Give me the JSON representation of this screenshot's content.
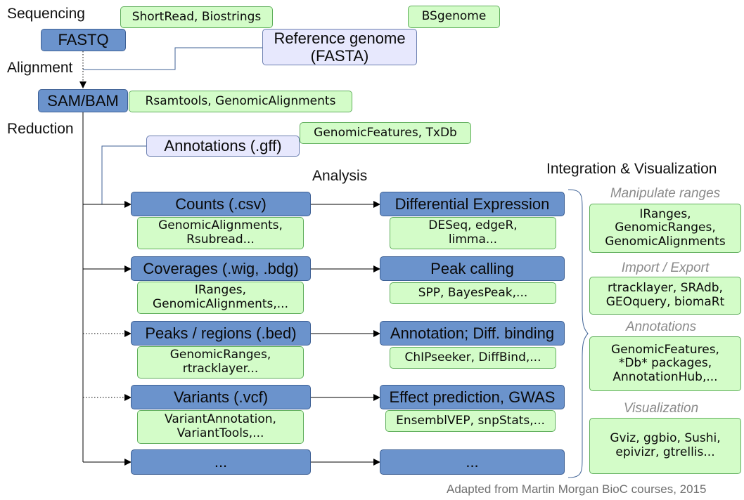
{
  "stages": {
    "sequencing": "Sequencing",
    "alignment": "Alignment",
    "reduction": "Reduction",
    "analysis": "Analysis",
    "integration": "Integration & Visualization"
  },
  "data_nodes": {
    "fastq": "FASTQ",
    "reference": "Reference genome\n(FASTA)",
    "sambam": "SAM/BAM",
    "annotations": "Annotations (.gff)"
  },
  "top_packages": {
    "shortread": "ShortRead, Biostrings",
    "bsgenome": "BSgenome",
    "rsamtools": "Rsamtools, GenomicAlignments",
    "genomicfeatures": "GenomicFeatures, TxDb"
  },
  "rows": [
    {
      "reduction": "Counts (.csv)",
      "reduction_pkgs": "GenomicAlignments,\nRsubread...",
      "analysis": "Differential Expression",
      "analysis_pkgs": "DESeq, edgeR,\nlimma..."
    },
    {
      "reduction": "Coverages (.wig, .bdg)",
      "reduction_pkgs": "IRanges,\nGenomicAlignments,...",
      "analysis": "Peak calling",
      "analysis_pkgs": "SPP, BayesPeak,..."
    },
    {
      "reduction": "Peaks / regions (.bed)",
      "reduction_pkgs": "GenomicRanges,\nrtracklayer...",
      "analysis": "Annotation; Diff. binding",
      "analysis_pkgs": "ChIPseeker, DiffBind,..."
    },
    {
      "reduction": "Variants (.vcf)",
      "reduction_pkgs": "VariantAnnotation,\nVariantTools,...",
      "analysis": "Effect prediction, GWAS",
      "analysis_pkgs": "EnsemblVEP, snpStats,..."
    },
    {
      "reduction": "...",
      "analysis": "..."
    }
  ],
  "integration": [
    {
      "category": "Manipulate ranges",
      "packages": "IRanges,\nGenomicRanges,\nGenomicAlignments"
    },
    {
      "category": "Import / Export",
      "packages": "rtracklayer, SRAdb,\nGEOquery, biomaRt"
    },
    {
      "category": "Annotations",
      "packages": "GenomicFeatures,\n*Db* packages,\nAnnotationHub,..."
    },
    {
      "category": "Visualization",
      "packages": "Gviz, ggbio, Sushi,\nepivizr, gtrellis..."
    }
  ],
  "credit": "Adapted from Martin Morgan BioC courses, 2015",
  "colors": {
    "data_box": "#6b93cc",
    "reference_box": "#e7e8fd",
    "package_box": "#d3fcc8",
    "package_border": "#5fae5b",
    "category_text": "#8a8a8a"
  }
}
